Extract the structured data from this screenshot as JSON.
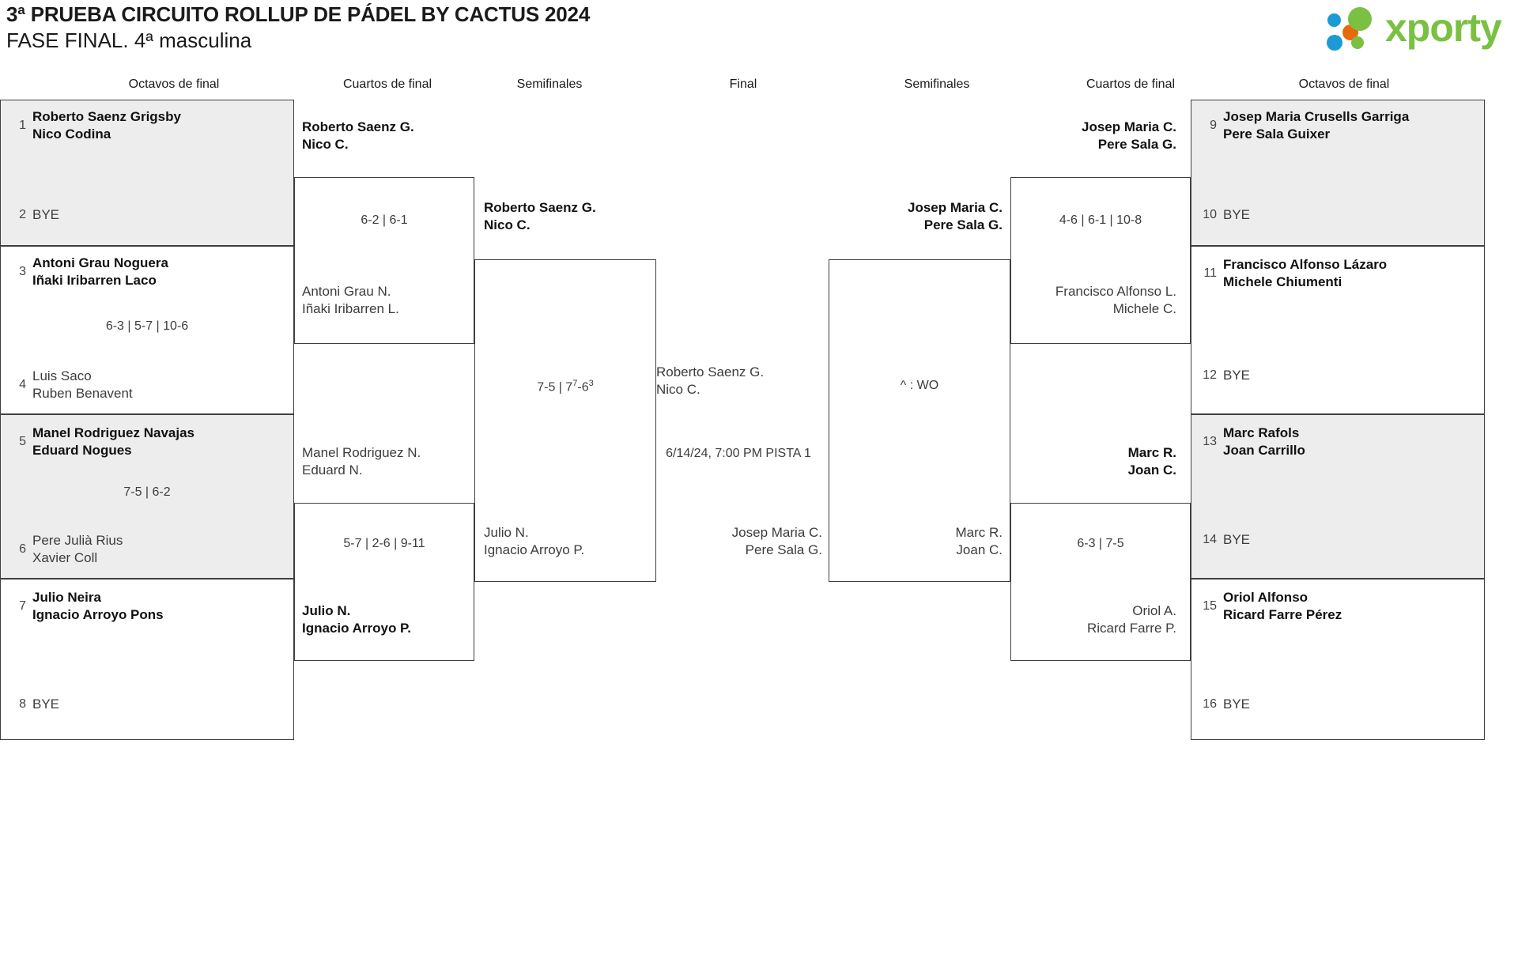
{
  "header": {
    "title_line1": "3ª PRUEBA CIRCUITO ROLLUP DE PÁDEL BY CACTUS 2024",
    "title_line2": "FASE FINAL. 4ª masculina",
    "logo_text": "xporty",
    "logo_colors": {
      "green": "#7ac143",
      "blue": "#1b9ad6",
      "orange": "#e8690b"
    }
  },
  "round_headers": {
    "left_r16": "Octavos de final",
    "left_qf": "Cuartos de final",
    "left_sf": "Semifinales",
    "final": "Final",
    "right_sf": "Semifinales",
    "right_qf": "Cuartos de final",
    "right_r16": "Octavos de final"
  },
  "left": {
    "r16": [
      {
        "top": {
          "seed": "1",
          "p1": "Roberto Saenz Grigsby",
          "p2": "Nico Codina",
          "winner": true
        },
        "bottom": {
          "seed": "2",
          "bye": "BYE"
        },
        "score": "",
        "shaded": true
      },
      {
        "top": {
          "seed": "3",
          "p1": "Antoni Grau Noguera",
          "p2": "Iñaki Iribarren Laco",
          "winner": true
        },
        "bottom": {
          "seed": "4",
          "p1": "Luis Saco",
          "p2": "Ruben Benavent",
          "winner": false
        },
        "score": "6-3 | 5-7 | 10-6",
        "shaded": false
      },
      {
        "top": {
          "seed": "5",
          "p1": "Manel Rodriguez Navajas",
          "p2": "Eduard Nogues",
          "winner": true
        },
        "bottom": {
          "seed": "6",
          "p1": "Pere Julià Rius",
          "p2": "Xavier Coll",
          "winner": false
        },
        "score": "7-5 | 6-2",
        "shaded": true
      },
      {
        "top": {
          "seed": "7",
          "p1": "Julio Neira",
          "p2": "Ignacio Arroyo Pons",
          "winner": true
        },
        "bottom": {
          "seed": "8",
          "bye": "BYE"
        },
        "score": "",
        "shaded": false
      }
    ],
    "qf": [
      {
        "top": {
          "p1": "Roberto Saenz G.",
          "p2": "Nico C.",
          "winner": true
        },
        "bottom": {
          "p1": "Antoni Grau N.",
          "p2": "Iñaki Iribarren L.",
          "winner": false
        },
        "score": "6-2 | 6-1"
      },
      {
        "top": {
          "p1": "Manel Rodriguez N.",
          "p2": "Eduard N.",
          "winner": false
        },
        "bottom": {
          "p1": "Julio N.",
          "p2": "Ignacio Arroyo P.",
          "winner": true
        },
        "score": "5-7 | 2-6 | 9-11"
      }
    ],
    "sf": [
      {
        "top": {
          "p1": "Roberto Saenz G.",
          "p2": "Nico C.",
          "winner": true
        },
        "bottom": {
          "p1": "Julio N.",
          "p2": "Ignacio Arroyo P.",
          "winner": false
        },
        "score_prefix": "7-5 | 7",
        "score_sup1": "7",
        "score_mid": "-6",
        "score_sup2": "3"
      }
    ]
  },
  "final": {
    "top": {
      "p1": "Roberto Saenz G.",
      "p2": "Nico C.",
      "winner": false
    },
    "bottom": {
      "p1": "Josep Maria C.",
      "p2": "Pere Sala G.",
      "winner": false
    },
    "meta": "6/14/24, 7:00 PM PISTA 1"
  },
  "right": {
    "sf": [
      {
        "top": {
          "p1": "Josep Maria C.",
          "p2": "Pere Sala G.",
          "winner": true
        },
        "bottom": {
          "p1": "Marc R.",
          "p2": "Joan C.",
          "winner": false
        },
        "score": "^ : WO"
      }
    ],
    "qf": [
      {
        "top": {
          "p1": "Josep Maria C.",
          "p2": "Pere Sala G.",
          "winner": true
        },
        "bottom": {
          "p1": "Francisco Alfonso L.",
          "p2": "Michele C.",
          "winner": false
        },
        "score": "4-6 | 6-1 | 10-8"
      },
      {
        "top": {
          "p1": "Marc R.",
          "p2": "Joan C.",
          "winner": true
        },
        "bottom": {
          "p1": "Oriol A.",
          "p2": "Ricard Farre P.",
          "winner": false
        },
        "score": "6-3 | 7-5"
      }
    ],
    "r16": [
      {
        "top": {
          "seed": "9",
          "p1": "Josep Maria Crusells Garriga",
          "p2": "Pere Sala Guixer",
          "winner": true
        },
        "bottom": {
          "seed": "10",
          "bye": "BYE"
        },
        "score": "",
        "shaded": true
      },
      {
        "top": {
          "seed": "11",
          "p1": "Francisco Alfonso Lázaro",
          "p2": "Michele Chiumenti",
          "winner": true
        },
        "bottom": {
          "seed": "12",
          "bye": "BYE"
        },
        "score": "",
        "shaded": false
      },
      {
        "top": {
          "seed": "13",
          "p1": "Marc Rafols",
          "p2": "Joan Carrillo",
          "winner": true
        },
        "bottom": {
          "seed": "14",
          "bye": "BYE"
        },
        "score": "",
        "shaded": true
      },
      {
        "top": {
          "seed": "15",
          "p1": "Oriol Alfonso",
          "p2": "Ricard Farre Pérez",
          "winner": true
        },
        "bottom": {
          "seed": "16",
          "bye": "BYE"
        },
        "score": "",
        "shaded": false
      }
    ]
  }
}
